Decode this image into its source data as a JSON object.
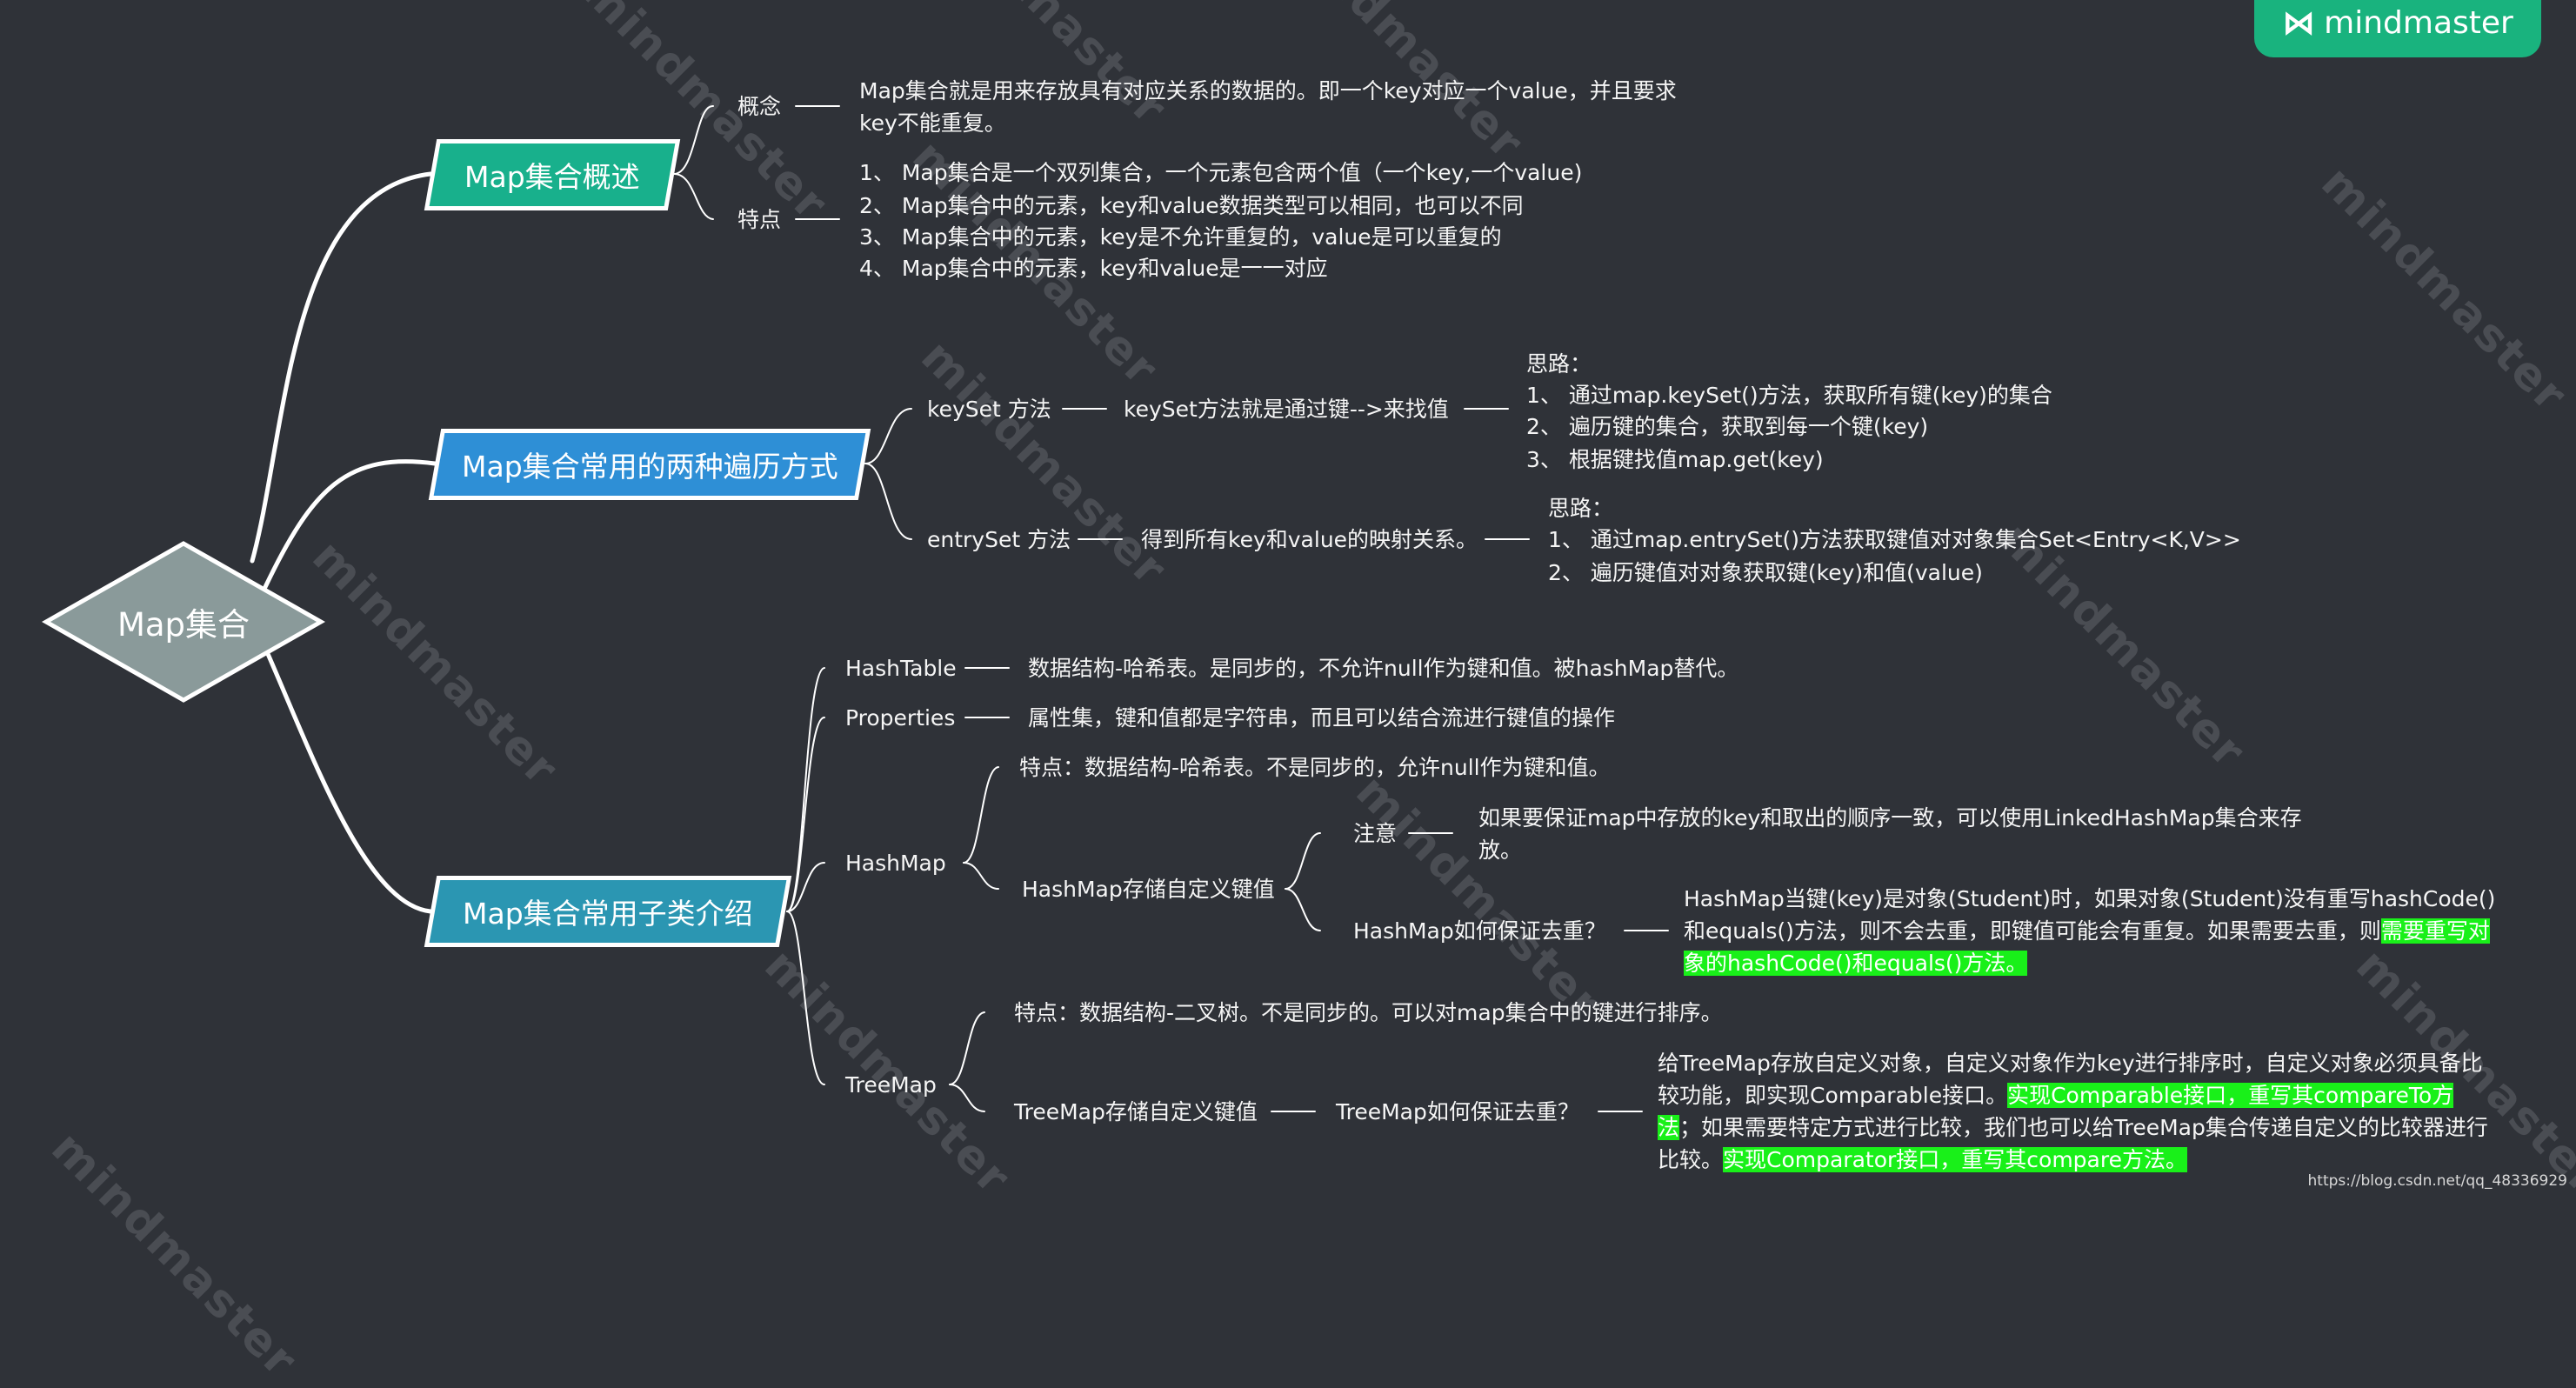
{
  "brand": {
    "name": "mindmaster",
    "watermark": "mindmaster"
  },
  "footer": {
    "credit": "https://blog.csdn.net/qq_48336929"
  },
  "root": {
    "label": "Map集合"
  },
  "overview": {
    "title": "Map集合概述",
    "concept_label": "概念",
    "concept_text": "Map集合就是用来存放具有对应关系的数据的。即一个key对应一个value，并且要求key不能重复。",
    "features_label": "特点",
    "features": [
      "1、 Map集合是一个双列集合，一个元素包含两个值（一个key,一个value)",
      "2、 Map集合中的元素，key和value数据类型可以相同，也可以不同",
      "3、 Map集合中的元素，key是不允许重复的，value是可以重复的",
      "4、 Map集合中的元素，key和value是一一对应"
    ]
  },
  "traversal": {
    "title": "Map集合常用的两种遍历方式",
    "keyset": {
      "label": "keySet 方法",
      "desc": "keySet方法就是通过键-->来找值",
      "steps_title": "思路：",
      "steps": [
        "1、 通过map.keySet()方法，获取所有键(key)的集合",
        "2、 遍历键的集合，获取到每一个键(key)",
        "3、 根据键找值map.get(key)"
      ]
    },
    "entryset": {
      "label": "entrySet 方法",
      "desc": "得到所有key和value的映射关系。",
      "steps_title": "思路：",
      "steps": [
        "1、 通过map.entrySet()方法获取键值对对象集合Set<Entry<K,V>>",
        "2、 遍历键值对对象获取键(key)和值(value)"
      ]
    }
  },
  "subclasses": {
    "title": "Map集合常用子类介绍",
    "hashtable": {
      "label": "HashTable",
      "desc": "数据结构-哈希表。是同步的，不允许null作为键和值。被hashMap替代。"
    },
    "properties": {
      "label": "Properties",
      "desc": "属性集，键和值都是字符串，而且可以结合流进行键值的操作"
    },
    "hashmap": {
      "label": "HashMap",
      "feature": "特点：数据结构-哈希表。不是同步的，允许null作为键和值。",
      "custom_label": "HashMap存储自定义键值",
      "note_label": "注意",
      "note_text": "如果要保证map中存放的key和取出的顺序一致，可以使用LinkedHashMap集合来存放。",
      "dedup_label": "HashMap如何保证去重？",
      "dedup_text": "HashMap当键(key)是对象(Student)时，如果对象(Student)没有重写hashCode()和equals()方法，则不会去重，即键值可能会有重复。如果需要去重，则",
      "dedup_highlight": "需要重写对象的hashCode()和equals()方法。"
    },
    "treemap": {
      "label": "TreeMap",
      "feature": "特点：数据结构-二叉树。不是同步的。可以对map集合中的键进行排序。",
      "custom_label": "TreeMap存储自定义键值",
      "dedup_label": "TreeMap如何保证去重？",
      "dedup_text1": "给TreeMap存放自定义对象，自定义对象作为key进行排序时，自定义对象必须具备比较功能，即实现Comparable接口。",
      "dedup_highlight1": "实现Comparable接口，重写其compareTo方法",
      "dedup_text2": "；如果需要特定方式进行比较，我们也可以给TreeMap集合传递自定义的比较器进行比较。",
      "dedup_highlight2": "实现Comparator接口，重写其compare方法。"
    }
  },
  "colors": {
    "background": "#2f3238",
    "root_fill": "#8a9a9a",
    "overview_fill": "#18b08c",
    "traversal_fill": "#2e8fd6",
    "subclasses_fill": "#2b96b2",
    "highlight": "#19f019"
  }
}
